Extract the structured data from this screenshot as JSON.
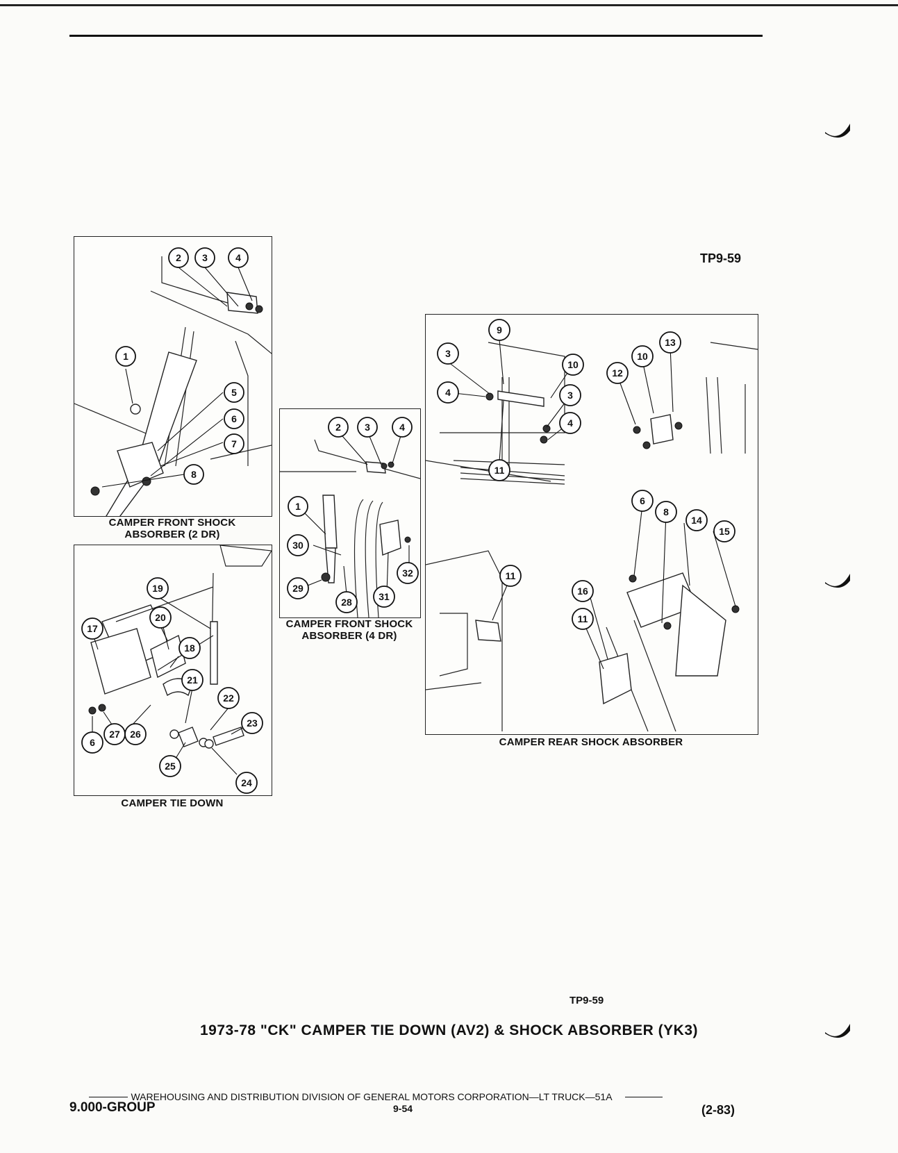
{
  "doc": {
    "tp_code_top": "TP9-59",
    "tp_code_bottom": "TP9-59",
    "main_title": "1973-78 \"CK\" CAMPER TIE DOWN (AV2) & SHOCK ABSORBER (YK3)",
    "footer_line": "WAREHOUSING AND DISTRIBUTION  DIVISION OF GENERAL MOTORS CORPORATION—LT TRUCK—51A",
    "group": "9.000-GROUP",
    "page_number": "9-54",
    "date_code": "(2-83)"
  },
  "panels": {
    "front_2dr": {
      "caption_line1": "CAMPER FRONT SHOCK",
      "caption_line2": "ABSORBER (2 DR)",
      "callouts": [
        "2",
        "3",
        "4",
        "1",
        "5",
        "6",
        "7",
        "8"
      ]
    },
    "front_4dr": {
      "caption_line1": "CAMPER FRONT SHOCK",
      "caption_line2": "ABSORBER (4 DR)",
      "callouts": [
        "2",
        "3",
        "4",
        "1",
        "30",
        "29",
        "28",
        "31",
        "32"
      ]
    },
    "tie_down": {
      "caption": "CAMPER TIE DOWN",
      "callouts": [
        "19",
        "20",
        "17",
        "18",
        "21",
        "22",
        "6",
        "27",
        "26",
        "23",
        "25",
        "24"
      ]
    },
    "rear": {
      "caption": "CAMPER REAR SHOCK ABSORBER",
      "callouts": [
        "9",
        "3",
        "4",
        "10",
        "3",
        "4",
        "11",
        "13",
        "10",
        "12",
        "6",
        "8",
        "14",
        "15",
        "11",
        "16",
        "11"
      ]
    }
  }
}
